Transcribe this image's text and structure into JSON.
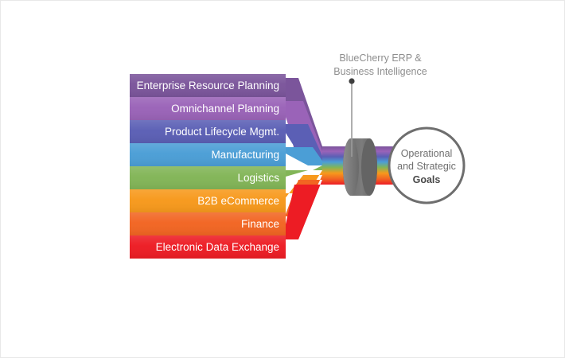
{
  "diagram": {
    "title_caption": {
      "line1": "BlueCherry ERP &",
      "line2": "Business Intelligence"
    },
    "goals": {
      "line1": "Operational",
      "line2": "and Strategic",
      "line3": "Goals"
    },
    "modules": [
      {
        "label": "Enterprise Resource Planning",
        "color": "#7b559b",
        "ribbon_color": "#7b559b"
      },
      {
        "label": "Omnichannel Planning",
        "color": "#9a63b8",
        "ribbon_color": "#9a63b8"
      },
      {
        "label": "Product Lifecycle Mgmt.",
        "color": "#5b5fb5",
        "ribbon_color": "#5b5fb5"
      },
      {
        "label": "Manufacturing",
        "color": "#4b9ed6",
        "ribbon_color": "#4b9ed6"
      },
      {
        "label": "Logistics",
        "color": "#82b557",
        "ribbon_color": "#82b557"
      },
      {
        "label": "B2B eCommerce",
        "color": "#f7991c",
        "ribbon_color": "#f7991c"
      },
      {
        "label": "Finance",
        "color": "#f26522",
        "ribbon_color": "#f26522"
      },
      {
        "label": "Electronic Data Exchange",
        "color": "#ed1c24",
        "ribbon_color": "#ed1c24"
      }
    ],
    "colors": {
      "background": "#ffffff",
      "cylinder_body": "#6e6e6e",
      "cylinder_cap": "#8a8a8a",
      "cylinder_shade": "#5f5f5f",
      "circle_stroke": "#6e6e6e",
      "pointer": "#9b9b9b",
      "label_text": "#ffffff",
      "caption_text": "#8e8e8e",
      "goal_text": "#6f6f6f"
    }
  }
}
